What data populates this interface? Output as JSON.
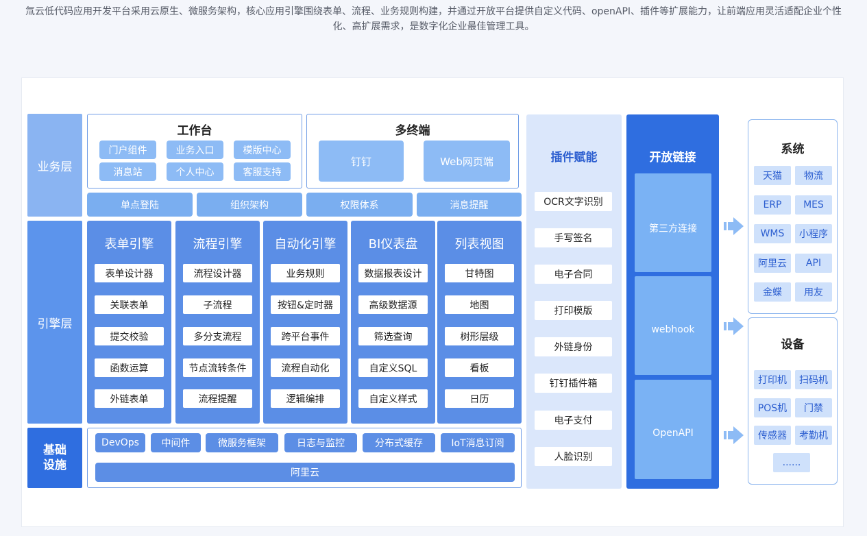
{
  "intro": "氚云低代码应用开发平台采用云原生、微服务架构，核心应用引擎围绕表单、流程、业务规则构建，并通过开放平台提供自定义代码、openAPI、插件等扩展能力，让前端应用灵活适配企业个性化、高扩展需求，是数字化企业最佳管理工具。",
  "layers": {
    "business": "业务层",
    "engine": "引擎层",
    "infra": "基础\n设施"
  },
  "workbench": {
    "title": "工作台",
    "items": [
      "门户组件",
      "业务入口",
      "模版中心",
      "消息站",
      "个人中心",
      "客服支持"
    ]
  },
  "multi_terminal": {
    "title": "多终端",
    "items": [
      "钉钉",
      "Web网页端"
    ]
  },
  "band": [
    "单点登陆",
    "组织架构",
    "权限体系",
    "消息提醒"
  ],
  "engines": [
    {
      "title": "表单引擎",
      "items": [
        "表单设计器",
        "关联表单",
        "提交校验",
        "函数运算",
        "外链表单"
      ]
    },
    {
      "title": "流程引擎",
      "items": [
        "流程设计器",
        "子流程",
        "多分支流程",
        "节点流转条件",
        "流程提醒"
      ]
    },
    {
      "title": "自动化引擎",
      "items": [
        "业务规则",
        "按钮&定时器",
        "跨平台事件",
        "流程自动化",
        "逻辑编排"
      ]
    },
    {
      "title": "BI仪表盘",
      "items": [
        "数据报表设计",
        "高级数据源",
        "筛选查询",
        "自定义SQL",
        "自定义样式"
      ]
    },
    {
      "title": "列表视图",
      "items": [
        "甘特图",
        "地图",
        "树形层级",
        "看板",
        "日历"
      ]
    }
  ],
  "infra": {
    "items": [
      "DevOps",
      "中间件",
      "微服务框架",
      "日志与监控",
      "分布式缓存",
      "IoT消息订阅"
    ],
    "cloud": "阿里云"
  },
  "plugins": {
    "title": "插件赋能",
    "items": [
      "OCR文字识别",
      "手写签名",
      "电子合同",
      "打印模版",
      "外链身份",
      "钉钉插件箱",
      "电子支付",
      "人脸识别"
    ]
  },
  "open": {
    "title": "开放链接",
    "items": [
      "第三方连接",
      "webhook",
      "OpenAPI"
    ]
  },
  "systems": {
    "title": "系统",
    "items": [
      "天猫",
      "物流",
      "ERP",
      "MES",
      "WMS",
      "小程序",
      "阿里云",
      "API",
      "金蝶",
      "用友"
    ]
  },
  "devices": {
    "title": "设备",
    "items": [
      "打印机",
      "扫码机",
      "POS机",
      "门禁",
      "传感器",
      "考勤机",
      "......"
    ]
  },
  "colors": {
    "layer_blue": "#5c94ec",
    "infra_blue": "#2f6ee0",
    "engine_col": "#5b8ee6",
    "open_blue": "#2f6ee0",
    "plugin_bg": "#dbe7fb"
  }
}
